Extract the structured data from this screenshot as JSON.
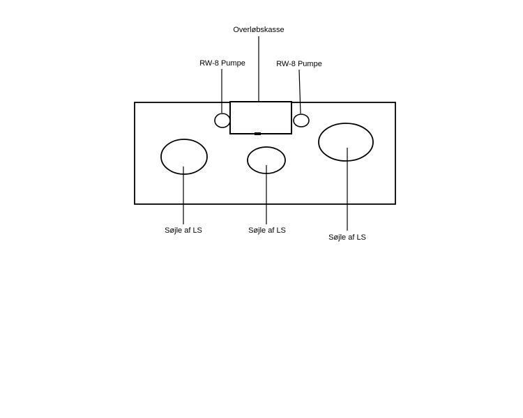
{
  "diagram": {
    "title_hint": "Pump station tank schematic",
    "overflow_box": {
      "label": "Overløbskasse"
    },
    "pumps": {
      "left": {
        "label": "RW-8 Pumpe"
      },
      "right": {
        "label": "RW-8 Pumpe"
      }
    },
    "columns": {
      "left": {
        "label": "Søjle af LS"
      },
      "middle": {
        "label": "Søjle af LS"
      },
      "right": {
        "label": "Søjle af LS"
      }
    },
    "colors": {
      "stroke": "#000000",
      "background": "#ffffff"
    }
  }
}
